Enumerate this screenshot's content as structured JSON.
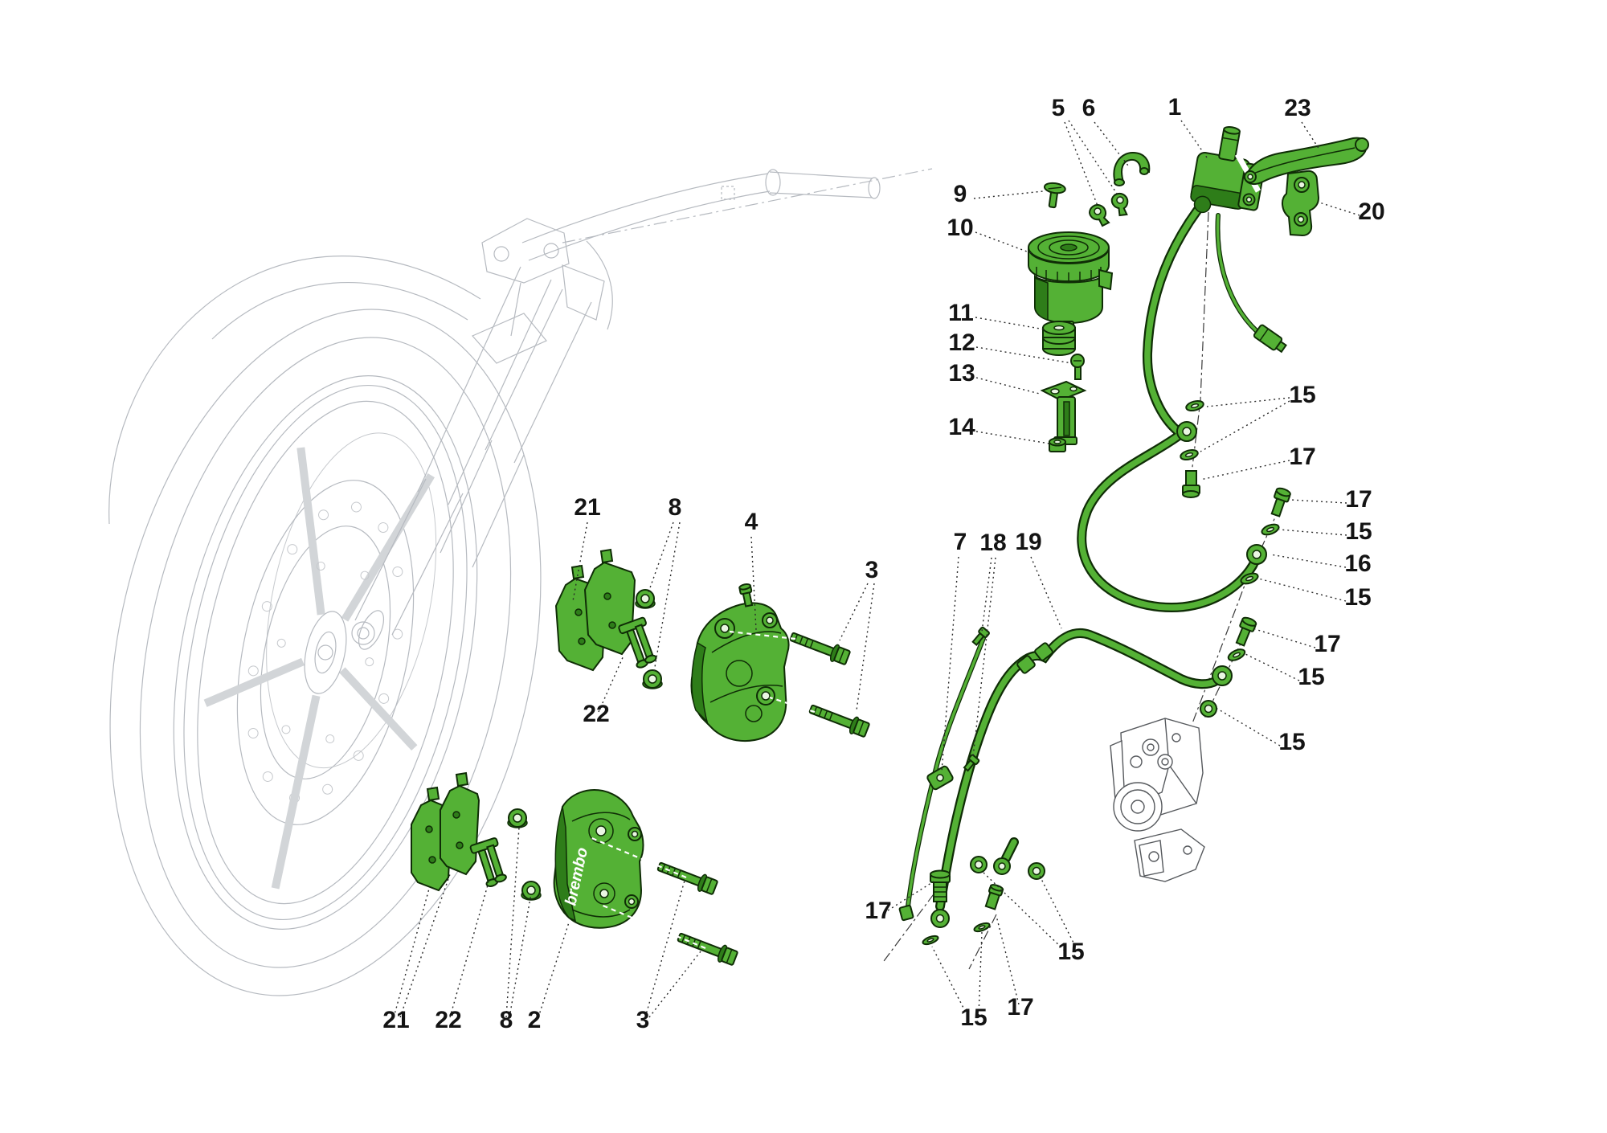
{
  "diagram": {
    "brand": "brembo",
    "colors": {
      "highlight": "#54b135",
      "highlight_dark": "#2e7d19",
      "outline": "#0f2d06",
      "ghost_lines": "#b6bac0",
      "abs_lines": "#56595d",
      "label_ink": "#141414",
      "background": "#ffffff"
    },
    "callouts": [
      {
        "num": "5"
      },
      {
        "num": "6"
      },
      {
        "num": "1"
      },
      {
        "num": "23"
      },
      {
        "num": "9"
      },
      {
        "num": "10"
      },
      {
        "num": "20"
      },
      {
        "num": "11"
      },
      {
        "num": "12"
      },
      {
        "num": "13"
      },
      {
        "num": "14"
      },
      {
        "num": "15"
      },
      {
        "num": "17"
      },
      {
        "num": "17"
      },
      {
        "num": "15"
      },
      {
        "num": "16"
      },
      {
        "num": "15"
      },
      {
        "num": "21"
      },
      {
        "num": "8"
      },
      {
        "num": "4"
      },
      {
        "num": "3"
      },
      {
        "num": "7"
      },
      {
        "num": "18"
      },
      {
        "num": "19"
      },
      {
        "num": "22"
      },
      {
        "num": "17"
      },
      {
        "num": "15"
      },
      {
        "num": "15"
      },
      {
        "num": "17"
      },
      {
        "num": "15"
      },
      {
        "num": "15"
      },
      {
        "num": "17"
      },
      {
        "num": "21"
      },
      {
        "num": "22"
      },
      {
        "num": "8"
      },
      {
        "num": "2"
      },
      {
        "num": "3"
      }
    ]
  }
}
